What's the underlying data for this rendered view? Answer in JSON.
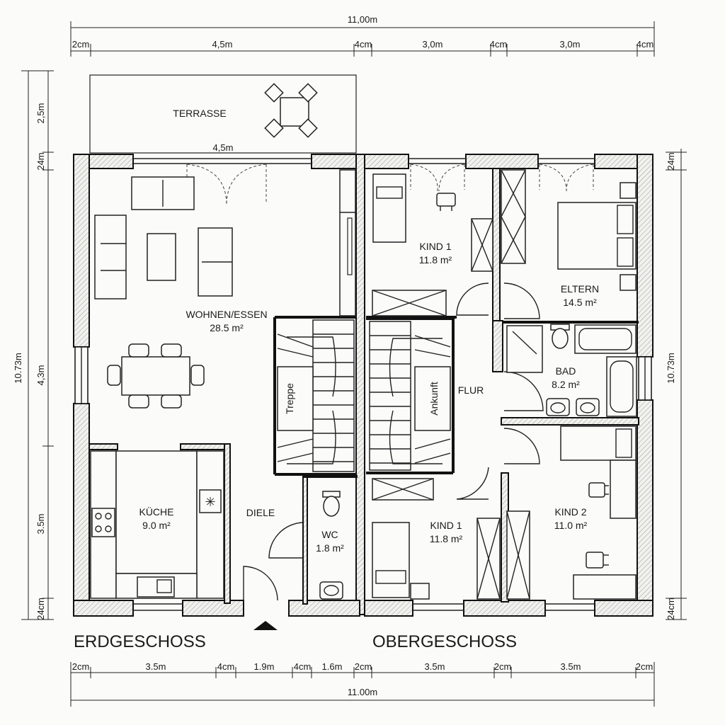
{
  "top_dims": {
    "total": "11,00m",
    "segments": [
      "2cm",
      "4,5m",
      "4cm",
      "3,0m",
      "4cm",
      "3,0m",
      "4cm"
    ]
  },
  "bottom_dims": {
    "total": "11.00m",
    "segments": [
      "2cm",
      "3.5m",
      "4cm",
      "1.9m",
      "4cm",
      "1.6m",
      "2cm",
      "3.5m",
      "2cm",
      "3.5m",
      "2cm"
    ]
  },
  "left_dims": {
    "total": "10.73m",
    "segments": [
      "2,5m",
      "24m",
      "4,3m",
      "3.5m",
      "24cm"
    ]
  },
  "right_dims": {
    "total": "10.73m",
    "top": "24m",
    "bottom": "24cm"
  },
  "terrace": {
    "label": "TERRASSE",
    "width": "4,5m"
  },
  "ground_floor": {
    "title": "ERDGESCHOSS",
    "rooms": [
      {
        "name": "WOHNEN/ESSEN",
        "area": "28.5 m²"
      },
      {
        "name": "KÜCHE",
        "area": "9.0 m²"
      },
      {
        "name": "DIELE",
        "area": ""
      },
      {
        "name": "WC",
        "area": "1.8 m²"
      }
    ],
    "stairs": "Treppe"
  },
  "upper_floor": {
    "title": "OBERGESCHOSS",
    "rooms": [
      {
        "name": "KIND 1",
        "area": "11.8 m²"
      },
      {
        "name": "ELTERN",
        "area": "14.5 m²"
      },
      {
        "name": "BAD",
        "area": "8.2 m²"
      },
      {
        "name": "FLUR",
        "area": ""
      },
      {
        "name": "KIND 1",
        "area": "11.8 m²"
      },
      {
        "name": "KIND 2",
        "area": "11.0 m²"
      }
    ],
    "stairs": "Ankunft"
  }
}
